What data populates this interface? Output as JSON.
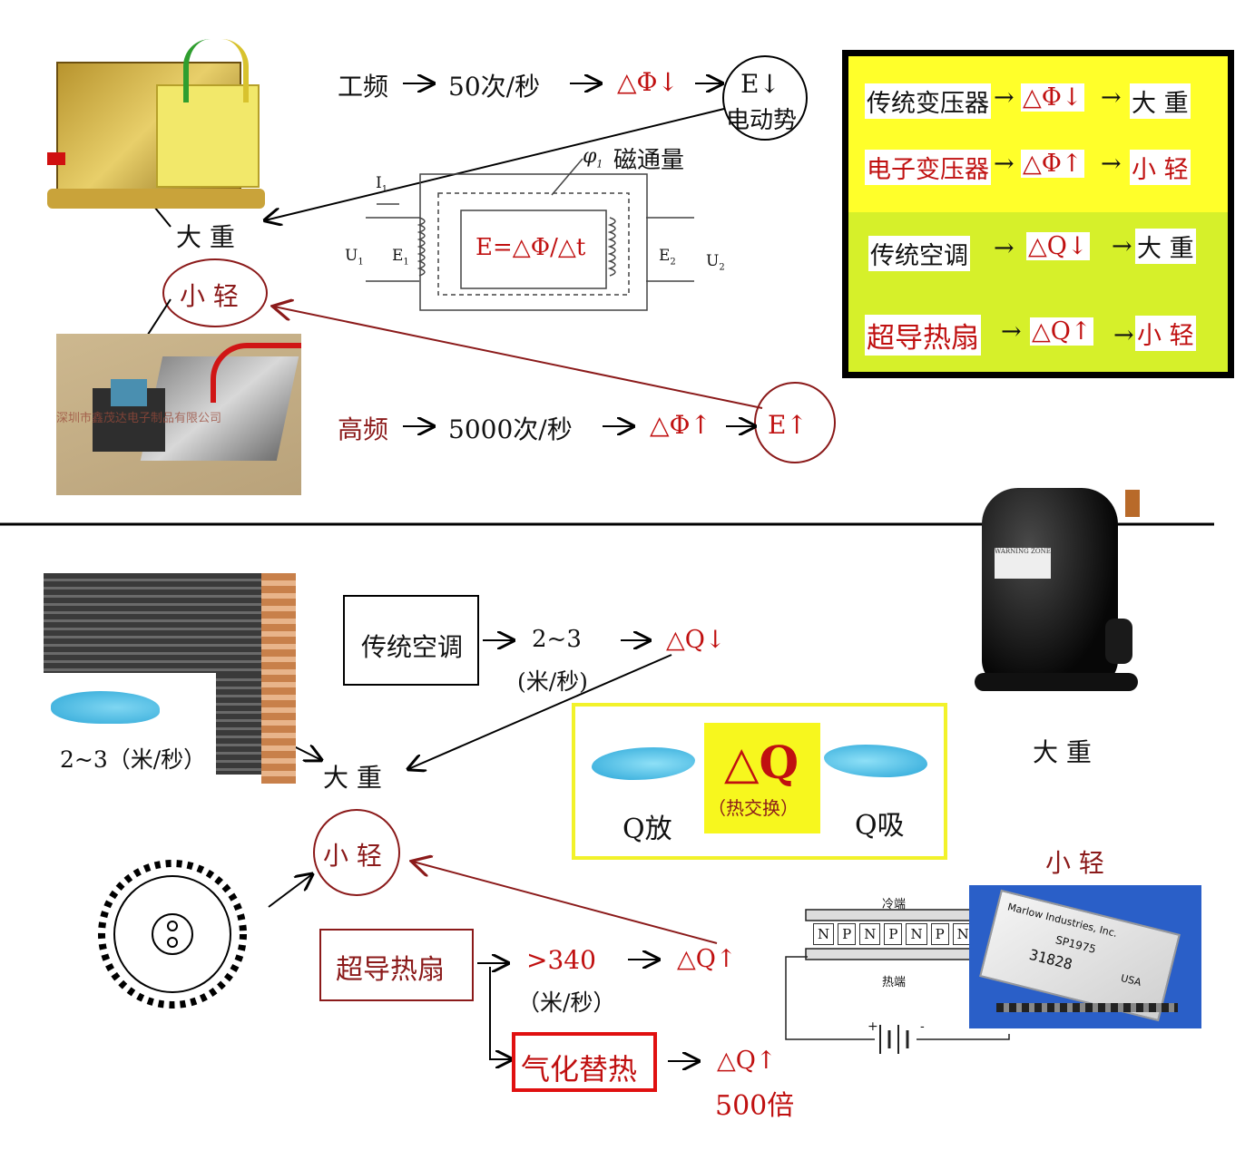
{
  "top": {
    "line1": {
      "a": "工频",
      "b": "50次/秒",
      "c": "△Φ↓",
      "d": "E↓",
      "e": "电动势"
    },
    "flux_label": "磁通量",
    "phi": "φ",
    "phi_sub": "1",
    "i1": "I",
    "i1_sub": "1",
    "u1": "U",
    "u1_sub": "1",
    "e1": "E",
    "e1_sub": "1",
    "e2": "E",
    "e2_sub": "2",
    "u2": "U",
    "u2_sub": "2",
    "formula": "E=△Φ/△t",
    "big_heavy": "大  重",
    "small_light": "小  轻",
    "line2": {
      "a": "高频",
      "b": "5000次/秒",
      "c": "△Φ↑",
      "d": "E↑"
    },
    "photo_text": "深圳市鑫茂达电子制品有限公司"
  },
  "panel": {
    "r1": {
      "a": "传统变压器",
      "b": "△Φ↓",
      "c": "大  重"
    },
    "r2": {
      "a": "电子变压器",
      "b": "△Φ↑",
      "c": "小  轻"
    },
    "r3": {
      "a": "传统空调",
      "b": "△Q↓",
      "c": "大  重"
    },
    "r4": {
      "a": "超导热扇",
      "b": "△Q↑",
      "c": "小  轻"
    }
  },
  "bottom": {
    "trad_ac": "传统空调",
    "speed1": "2~3",
    "unit1": "(米/秒)",
    "dq_down": "△Q↓",
    "fin_speed": "2~3（米/秒）",
    "big_heavy": "大  重",
    "compressor_label": "大  重",
    "dq_big": "△Q",
    "heat_exchange": "（热交换）",
    "q_release": "Q放",
    "q_absorb": "Q吸",
    "small_light": "小  轻",
    "fan_box": "超导热扇",
    "speed2": ">340",
    "unit2": "（米/秒）",
    "dq_up": "△Q↑",
    "vapor": "气化替热",
    "dq_up2": "△Q↑",
    "times": "500倍",
    "peltier_label": "小  轻",
    "cold_end": "冷端",
    "hot_end": "热端",
    "np": [
      "N",
      "P",
      "N",
      "P",
      "N",
      "P",
      "N"
    ],
    "battery_plus": "+",
    "battery_minus": "-",
    "peltier_brand": "Marlow Industries, Inc.",
    "peltier_model": "SP1975",
    "peltier_num": "31828",
    "peltier_country": "USA",
    "compressor_text": "WARNING ZONE"
  },
  "colors": {
    "red": "#c01010",
    "darkred": "#8b1a1a",
    "yellow": "#f7f71e",
    "lime": "#d6f02a"
  }
}
